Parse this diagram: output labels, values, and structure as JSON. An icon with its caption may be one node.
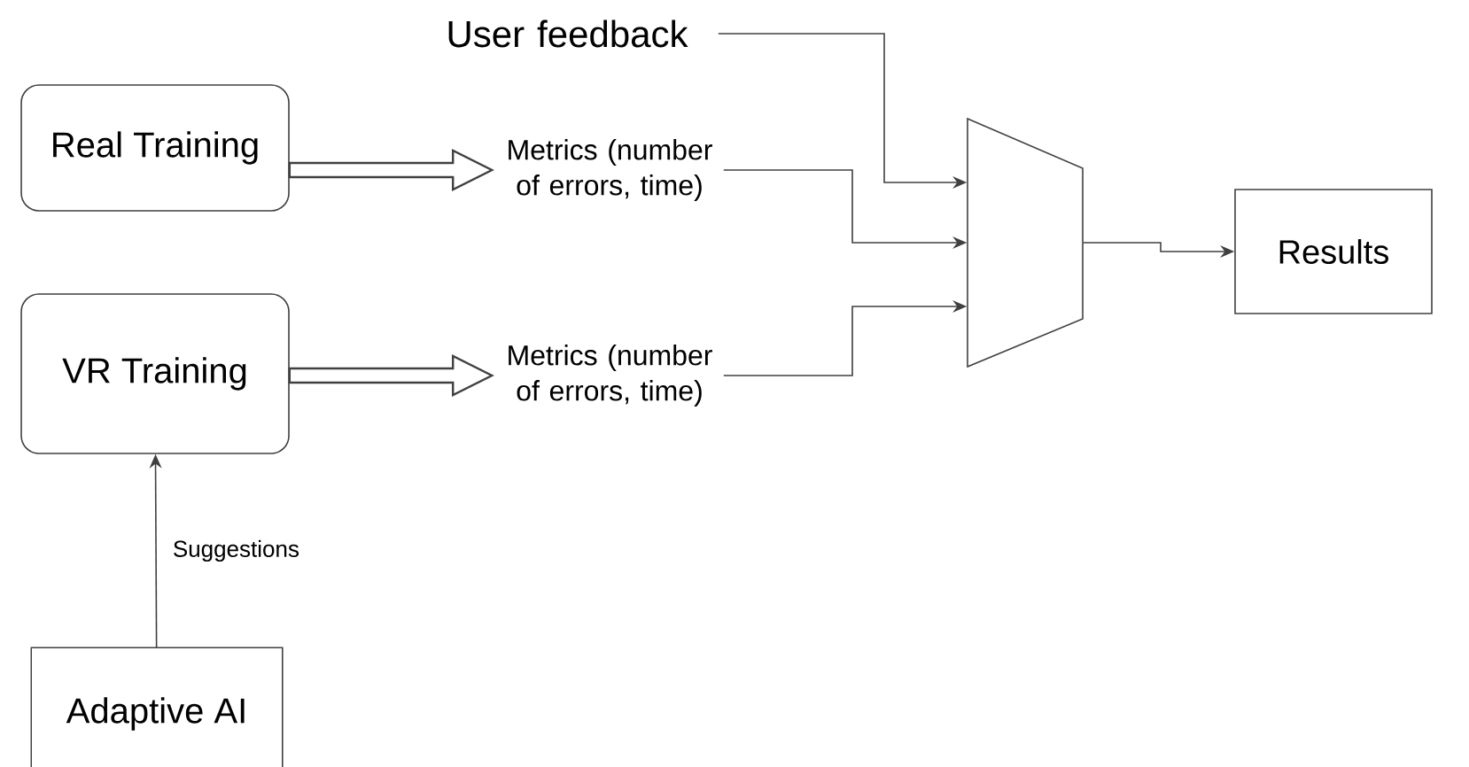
{
  "diagram": {
    "nodes": [
      {
        "text": [
          "Real Training"
        ]
      },
      {
        "text": [
          "VR Training"
        ]
      },
      {
        "text": [
          "Metrics (number of errors, time)"
        ]
      },
      {
        "text": [
          "Metrics (number of errors, time)"
        ]
      },
      {
        "text": [
          "User feedback"
        ]
      },
      {
        "text": [],
        "shape": "trapezoid"
      },
      {
        "text": [
          "Results"
        ]
      },
      {
        "text": [
          "Adaptive AI"
        ]
      }
    ],
    "edges": [
      {
        "from": 0,
        "to": 2,
        "arrow": "to",
        "style": "thick"
      },
      {
        "from": 1,
        "to": 3,
        "arrow": "to",
        "style": "thick"
      },
      {
        "from": 4,
        "to": 5,
        "arrow": "to"
      },
      {
        "from": 2,
        "to": 5,
        "arrow": "to"
      },
      {
        "from": 3,
        "to": 5,
        "arrow": "to"
      },
      {
        "from": 5,
        "to": 6,
        "arrow": "to"
      },
      {
        "from": 7,
        "to": 1,
        "arrow": "to",
        "label": "Suggestions"
      }
    ]
  }
}
